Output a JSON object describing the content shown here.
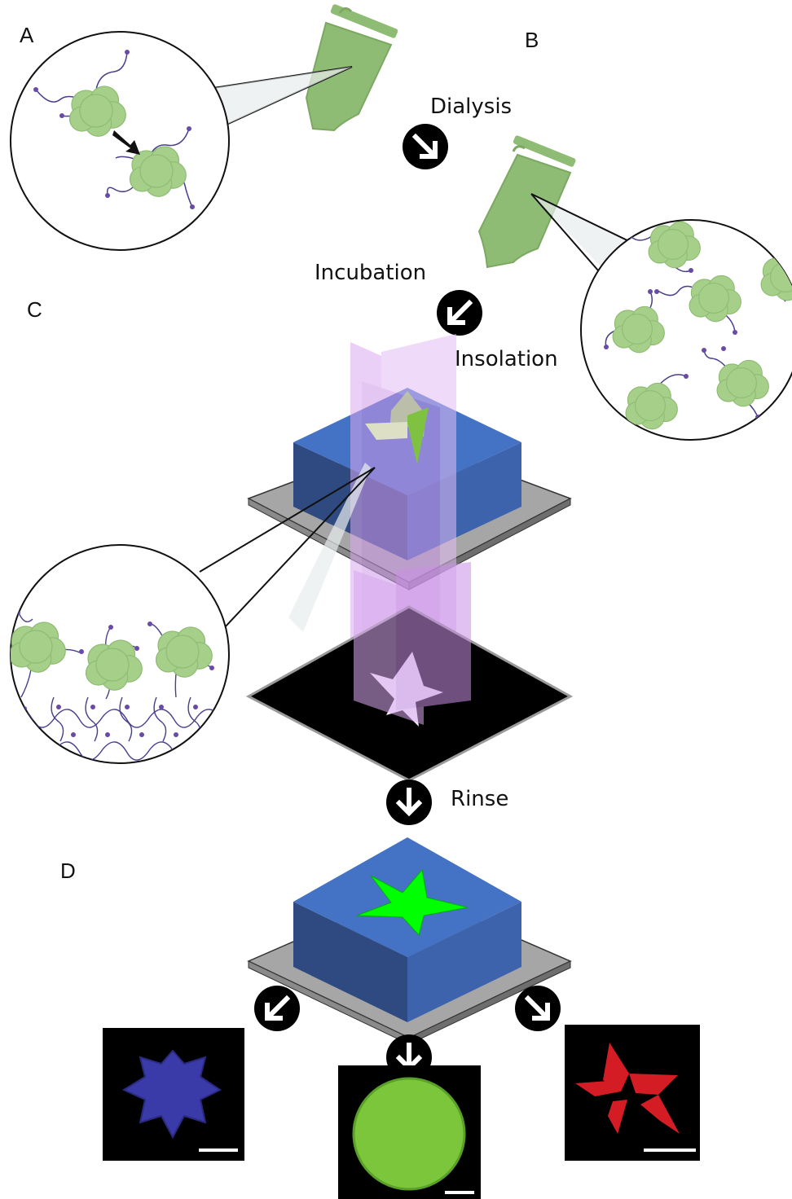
{
  "panels": {
    "a": "A",
    "b": "B",
    "c": "C",
    "d": "D"
  },
  "steps": {
    "dialysis": "Dialysis",
    "incubation": "Incubation",
    "insolation": "Insolation",
    "rinse": "Rinse"
  },
  "colors": {
    "protein_green": "#a6d08a",
    "tube_green": "#8fbc74",
    "substrate_blue": "#4472c4",
    "substrate_blue_dark": "#2f4a80",
    "glass_gray": "#a6a6a6",
    "uv_violet": "#d9a8f0",
    "star_green": "#00ff00",
    "fluor_blue": "#3a3aa8",
    "fluor_green": "#7bc63a",
    "fluor_red": "#d41c24",
    "polymer_purple": "#5b3d9a"
  },
  "icons": [
    "microcentrifuge-tube-icon",
    "arrow-circle-icon",
    "protein-cluster-icon"
  ]
}
